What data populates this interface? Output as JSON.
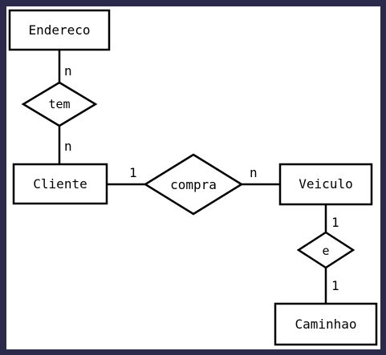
{
  "colors": {
    "frame": "#2b2a4a",
    "paper": "#ffffff",
    "ink": "#000000"
  },
  "entities": {
    "endereco": "Endereco",
    "cliente": "Cliente",
    "veiculo": "Veiculo",
    "caminhao": "Caminhao"
  },
  "relationships": {
    "tem": "tem",
    "compra": "compra",
    "e": "e"
  },
  "cardinalities": {
    "endereco_tem": "n",
    "tem_cliente": "n",
    "cliente_compra": "1",
    "compra_veiculo": "n",
    "veiculo_e": "1",
    "e_caminhao": "1"
  }
}
